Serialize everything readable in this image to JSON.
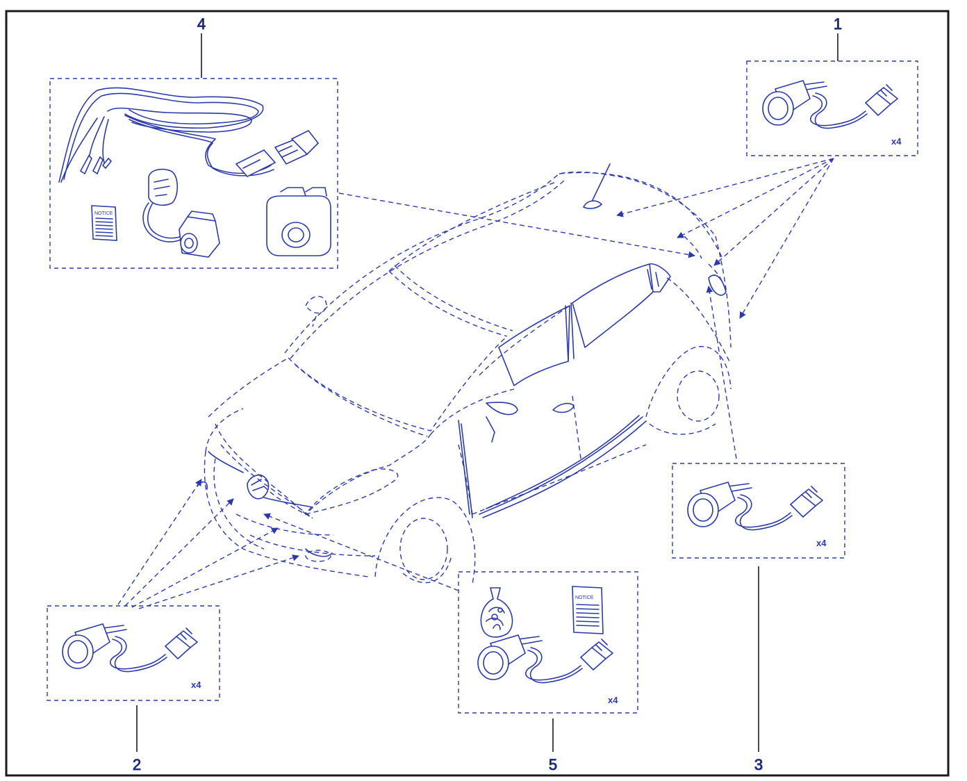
{
  "colors": {
    "line": "#2b3aa8",
    "frame": "#1a1a1a",
    "background": "#ffffff"
  },
  "parts": [
    {
      "callout": "1",
      "quantity": "x4",
      "icon": "parking-sensor-icon"
    },
    {
      "callout": "2",
      "quantity": "x4",
      "icon": "parking-sensor-icon"
    },
    {
      "callout": "3",
      "quantity": "x4",
      "icon": "parking-sensor-icon"
    },
    {
      "callout": "4",
      "icon": "camera-wiring-kit-icon",
      "notice_label": "NOTICE"
    },
    {
      "callout": "5",
      "quantity": "x4",
      "icon": "sensor-kit-icon",
      "notice_label": "NOTICE"
    }
  ]
}
